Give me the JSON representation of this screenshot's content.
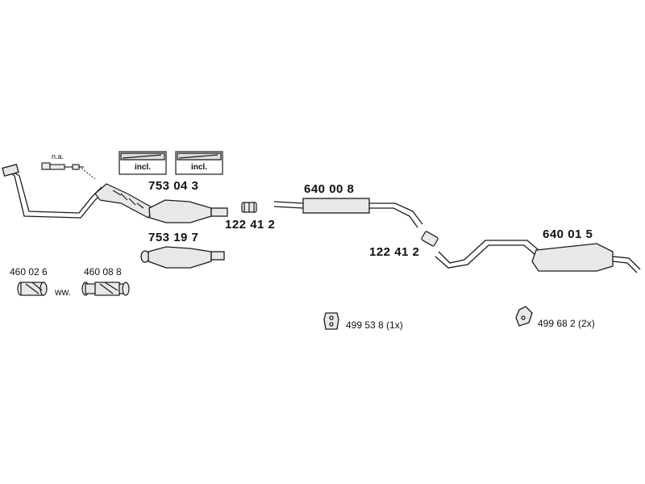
{
  "labels": {
    "na": "n.a.",
    "incl_1": "incl.",
    "incl_2": "incl.",
    "part_753043": "753 04 3",
    "part_753197": "753 19 7",
    "part_122412_a": "122 41 2",
    "part_640008": "640 00 8",
    "part_122412_b": "122 41 2",
    "part_640015": "640 01 5",
    "part_460026": "460 02 6",
    "part_460088": "460 08 8",
    "ww": "ww.",
    "part_499538": "499 53 8 (1x)",
    "part_499682": "499 68 2  (2x)"
  },
  "colors": {
    "outline": "#1a1a1a",
    "metal": "#e8e8e8",
    "dark": "#555555"
  }
}
